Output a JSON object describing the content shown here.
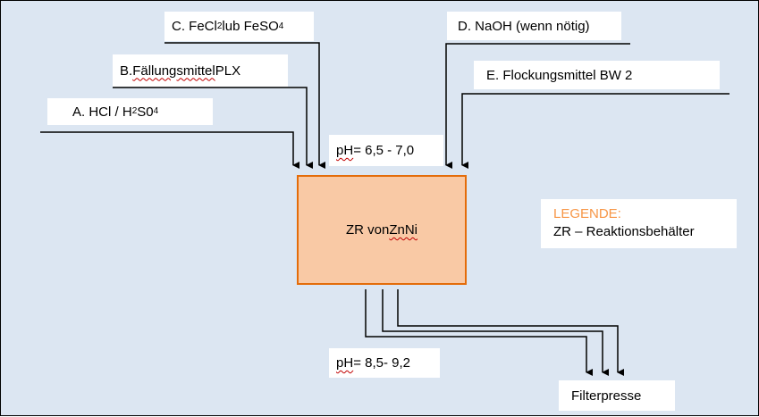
{
  "inputs": {
    "a": {
      "text_pre": "A.  HCl / H",
      "sub1": "2",
      "text_mid": "S0",
      "sub2": "4"
    },
    "b": {
      "prefix": "B. ",
      "word": "Fällungsmittel",
      "suffix": " PLX"
    },
    "c": {
      "text_pre": "C. FeCl",
      "sub1": "2",
      "text_mid": " lub FeSO",
      "sub2": "4"
    },
    "d": {
      "text": "D. NaOH (wenn nötig)"
    },
    "e": {
      "text": "E. Flockungsmittel BW 2"
    }
  },
  "ph_in": {
    "ph": "pH",
    "value": " = 6,5 - 7,0"
  },
  "reactor": {
    "prefix": "ZR von ",
    "word": "ZnNi"
  },
  "ph_out": {
    "ph": "pH",
    "value": " = 8,5- 9,2"
  },
  "output": {
    "label": "Filterpresse"
  },
  "legend": {
    "title": "LEGENDE:",
    "entry": "ZR – Reaktionsbehälter"
  },
  "colors": {
    "background": "#dce6f2",
    "reactor_fill": "#f9c9a5",
    "reactor_border": "#e46c0a",
    "legend_title": "#f79646"
  }
}
